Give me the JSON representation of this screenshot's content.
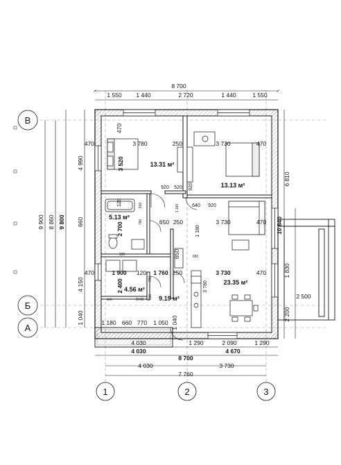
{
  "drawing": {
    "overall": {
      "top_total": "8 700",
      "bottom_total": "8 700",
      "bottom_overall": "7 760",
      "left_height_1": "9 900",
      "left_height_2": "8 860",
      "left_height_3": "9 800",
      "right_height": "10 840"
    },
    "top_dims": [
      "1 550",
      "1 440",
      "2 720",
      "1 440",
      "1 550"
    ],
    "bottom_dims_1": [
      "1 180",
      "660",
      "770",
      "1 050"
    ],
    "bottom_dims_2": [
      "4 030",
      "4 670"
    ],
    "bottom_dims_3": [
      "4 030",
      "3 730"
    ],
    "bottom_dims_right": [
      "1 290",
      "2 090",
      "1 290"
    ],
    "bottom_dims_right_first": "4 030",
    "left_dims": [
      "4 990",
      "660",
      "4 150",
      "1 040"
    ],
    "right_dims": [
      "6 810",
      "1 830",
      "2 200"
    ],
    "terrace_width": "2 500",
    "axes": {
      "rows": [
        "B",
        "Б",
        "A"
      ],
      "cols": [
        "1",
        "2",
        "3"
      ]
    },
    "rooms": {
      "bedroom_left_area": "13.31 м²",
      "bedroom_right_area": "13.13 м²",
      "bathroom_area": "5.13 м²",
      "boiler_area": "4.56 м²",
      "hall_area": "9.19 м²",
      "living_area": "23.35 м²"
    },
    "inner_dims": {
      "bed_left_w": "3 780",
      "bed_left_h": "3 520",
      "bed_left_wall_l": "470",
      "bed_left_wall_r": "250",
      "bed_left_corner": "470",
      "bed_right_w": "3 730",
      "bed_right_wall": "470",
      "door_920_a": "920",
      "door_520": "520",
      "door_920_b": "920",
      "d_640": "640",
      "d_1180_v": "1 180",
      "d_120_a": "120",
      "d_910_a": "910",
      "bath_h": "2 700",
      "d_790": "790",
      "d_650_250": "650",
      "d_250_a": "250",
      "d_1180": "1 180",
      "living_w_top": "3 730",
      "living_wall_top": "470",
      "d_120_b": "120",
      "d_650_b": "650",
      "d_650_c": "650",
      "wall_470_l": "470",
      "boiler_w": "1 900",
      "d_120_c": "120",
      "hall_w": "1 760",
      "d_250_b": "250",
      "living_w": "3 730",
      "living_wall": "470",
      "boiler_h": "2 400",
      "d_790_b": "790",
      "d_910_b": "910",
      "living_h": "3 780",
      "kitchen_label": "Ст.М.",
      "kotel_label": "кот."
    }
  }
}
